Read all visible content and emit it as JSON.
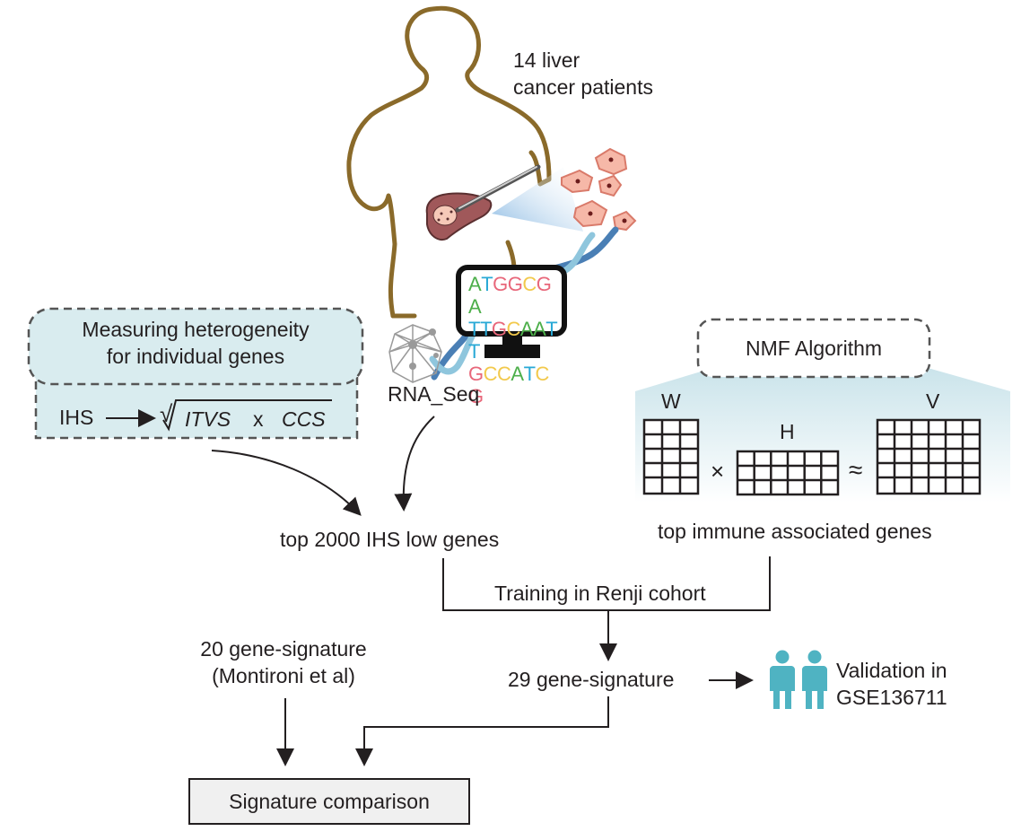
{
  "patients_label": {
    "line1": "14 liver",
    "line2": "cancer patients"
  },
  "dna_sequence": {
    "lines": [
      "ATGGCGA",
      "TTGCAATT",
      "GCCATCG"
    ],
    "colors": {
      "A": "#4daf4a",
      "T": "#29a9d6",
      "G": "#e8677a",
      "C": "#f2c94c"
    }
  },
  "rna_seq_label": "RNA_Seq",
  "heterogeneity_box": {
    "title_line1": "Measuring heterogeneity",
    "title_line2": "for individual genes",
    "ihs": "IHS",
    "arrow": "⟶",
    "sqrt": "√",
    "itvs": "ITVS",
    "times": "x",
    "ccs": "CCS"
  },
  "nmf": {
    "title": "NMF Algorithm",
    "w_label": "W",
    "h_label": "H",
    "v_label": "V",
    "times": "×",
    "approx": "≈"
  },
  "top_ihs_label": "top 2000 IHS low genes",
  "top_immune_label": "top immune associated genes",
  "training_label": "Training in Renji cohort",
  "signature_29": "29 gene-signature",
  "signature_20": {
    "line1": "20 gene-signature",
    "line2": "(Montironi et al)"
  },
  "validation": {
    "line1": "Validation in",
    "line2": "GSE136711"
  },
  "comparison_label": "Signature comparison",
  "colors": {
    "body_outline": "#8a6a2a",
    "liver": "#a0585a",
    "cell_fill": "#f6b8a8",
    "light_blue_fill": "#d9ecef",
    "person_icon": "#4fb3c2",
    "dna_helix": "#4a7fb5",
    "dna_helix_light": "#8fc6dd"
  }
}
